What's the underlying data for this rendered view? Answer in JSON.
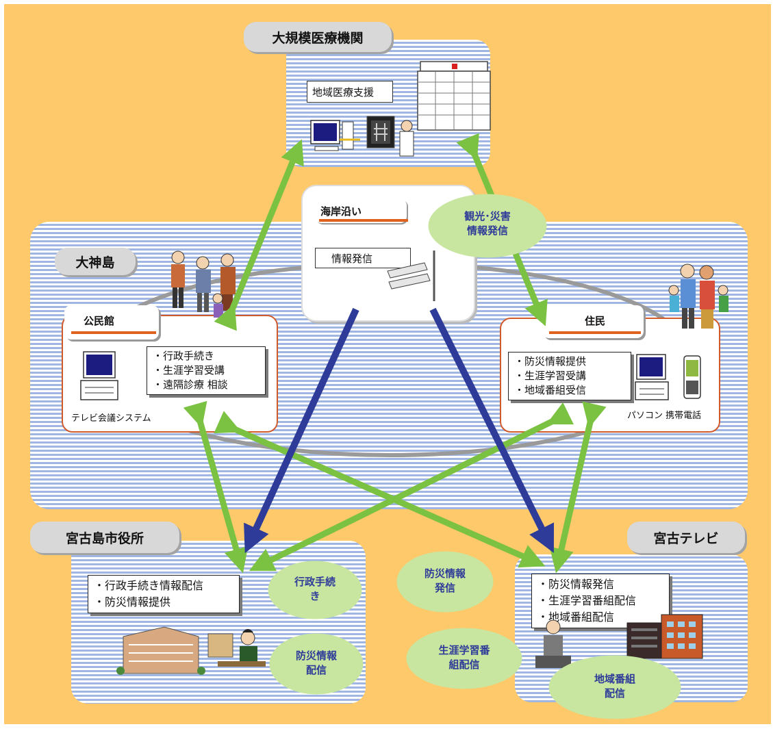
{
  "nodes": {
    "hospital": {
      "title": "大規模医療機関",
      "label": "地域医療支援"
    },
    "coast": {
      "title": "海岸沿い",
      "label": "情報発信"
    },
    "ogamijima": {
      "title": "大神島"
    },
    "kominkan": {
      "title": "公民館",
      "items": [
        "・行政手続き",
        "・生涯学習受講",
        "・遠隔診療 相談"
      ],
      "caption": "テレビ会議システム"
    },
    "jumin": {
      "title": "住民",
      "items": [
        "・防災情報提供",
        "・生涯学習受講",
        "・地域番組受信"
      ],
      "caption": "パソコン 携帯電話"
    },
    "city_hall": {
      "title": "宮古島市役所",
      "items": [
        "・行政手続き情報配信",
        "・防災情報提供"
      ]
    },
    "tv": {
      "title": "宮古テレビ",
      "items": [
        "・防災情報発信",
        "・生涯学習番組配信",
        "・地域番組配信"
      ]
    }
  },
  "clouds": {
    "tourism": [
      "観光･災害",
      "情報発信"
    ],
    "admin": [
      "行政手続",
      "き"
    ],
    "bosai_haishin": [
      "防災情報",
      "配信"
    ],
    "bosai_hasshin": [
      "防災情報",
      "発信"
    ],
    "shogai": [
      "生涯学習番",
      "組配信"
    ],
    "chiiki": [
      "地域番組",
      "配信"
    ]
  },
  "colors": {
    "background": "#fdc96a",
    "stripe": "#9fb5e2",
    "green_arrow": "#7cc242",
    "blue_arrow": "#2e3b99",
    "accent_orange": "#e0621f",
    "cloud": "#c8e6a0"
  }
}
